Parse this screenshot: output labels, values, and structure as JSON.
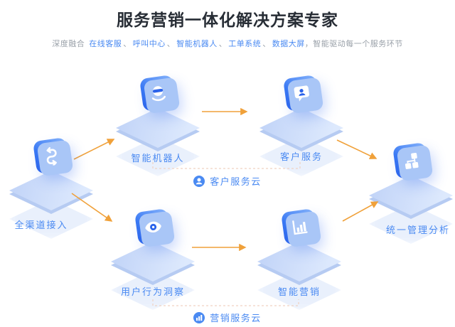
{
  "page": {
    "title": "服务营销一体化解决方案专家"
  },
  "subtitle": {
    "prefix": "深度融合",
    "separator": "、",
    "highlights": [
      "在线客服",
      "呼叫中心",
      "智能机器人",
      "工单系统",
      "数据大屏"
    ],
    "comma": "，",
    "suffix": "智能驱动每一个服务环节"
  },
  "nodes": [
    {
      "id": "omni-channel-access",
      "label": "全渠道接入",
      "icon": "swap-arrows-icon"
    },
    {
      "id": "intelligent-robot",
      "label": "智能机器人",
      "icon": "robot-icon"
    },
    {
      "id": "customer-service",
      "label": "客户服务",
      "icon": "user-chat-icon"
    },
    {
      "id": "user-behavior-insight",
      "label": "用户行为洞察",
      "icon": "eye-icon"
    },
    {
      "id": "intelligent-marketing",
      "label": "智能营销",
      "icon": "bar-chart-icon"
    },
    {
      "id": "unified-management-analysis",
      "label": "统一管理分析",
      "icon": "flow-chart-icon"
    }
  ],
  "clouds": [
    {
      "id": "customer-service-cloud",
      "label": "客户服务云",
      "icon": "user-badge-icon"
    },
    {
      "id": "marketing-service-cloud",
      "label": "营销服务云",
      "icon": "chart-badge-icon"
    }
  ],
  "flows": [
    {
      "from": "全渠道接入",
      "to": "智能机器人"
    },
    {
      "from": "全渠道接入",
      "to": "用户行为洞察"
    },
    {
      "from": "智能机器人",
      "to": "客户服务"
    },
    {
      "from": "用户行为洞察",
      "to": "智能营销"
    },
    {
      "from": "客户服务",
      "to": "统一管理分析"
    },
    {
      "from": "智能营销",
      "to": "统一管理分析"
    }
  ],
  "colors": {
    "title-dark": "#272d35",
    "subtitle-gray": "#9aa1a9",
    "label-blue": "#4a8af2",
    "tile-light": "#85b3fb",
    "tile-dark": "#2b63ea",
    "platform-blue": "#ccdcf8",
    "arrow-orange": "#f0a13a",
    "dashed-line": "#f0d2c2"
  }
}
